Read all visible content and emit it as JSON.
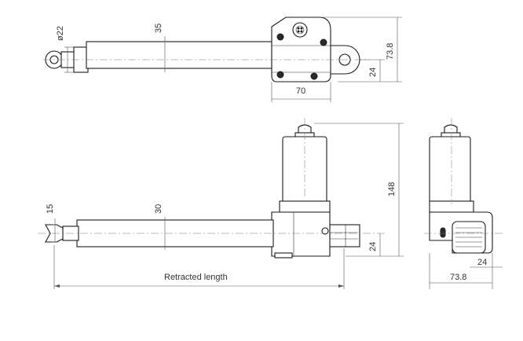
{
  "dimensions": {
    "rod_diameter": "ø22",
    "top_rod_height": "35",
    "bracket_height_top": "73.8",
    "eye_offset_top": "24",
    "gearbox_width": "70",
    "bottom_rod_height": "30",
    "tip_width": "15",
    "total_height": "148",
    "mount_offset_front": "24",
    "mount_offset_side": "24",
    "side_depth": "73.8",
    "retracted_length": "Retracted length"
  }
}
